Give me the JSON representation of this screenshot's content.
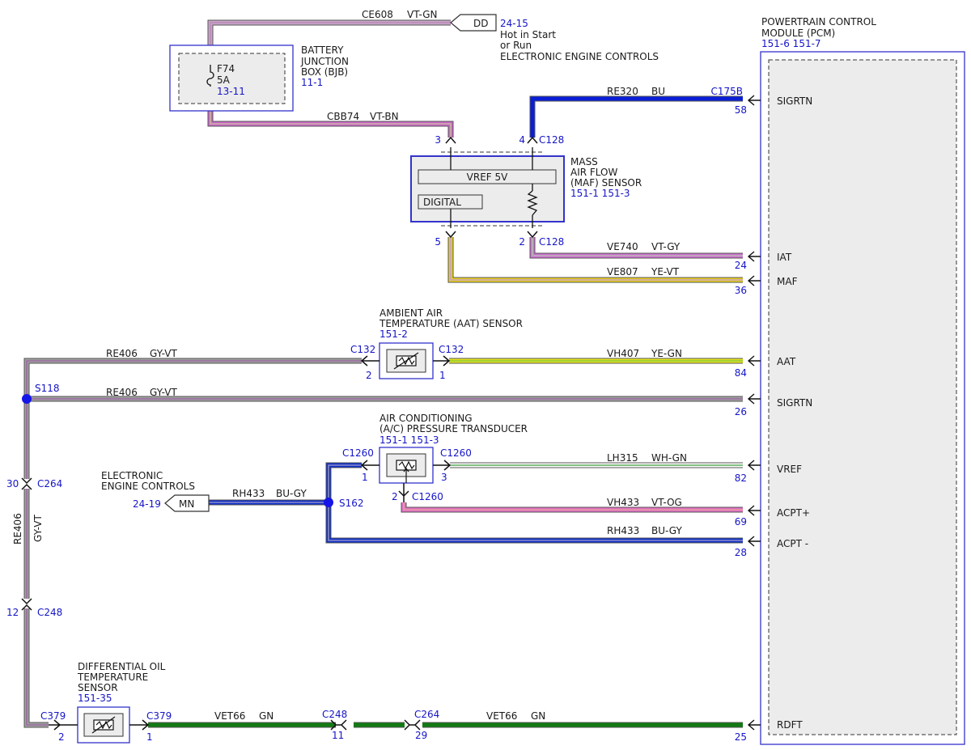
{
  "colors": {
    "VT-GN": [
      "#c9a6c9",
      "#b98ab8"
    ],
    "VT-BN": [
      "#cc66cc",
      "#c8b4a0"
    ],
    "BU": [
      "#0a1fd6",
      "#0a1fd6"
    ],
    "VT-GY": [
      "#d070d0",
      "#b8b8b8"
    ],
    "YE-VT": [
      "#e8cf1e",
      "#c8a0c8"
    ],
    "GY-VT": [
      "#a0a0a0",
      "#9a6aa0"
    ],
    "YE-GN": [
      "#e6e61e",
      "#8ac83a"
    ],
    "WH-GN": [
      "#ffffff",
      "#5aaa5a"
    ],
    "BU-GY": [
      "#1030c8",
      "#8c8cc8"
    ],
    "VT-OG": [
      "#e070c8",
      "#e89a9a"
    ],
    "GN": [
      "#127a12",
      "#127a12"
    ],
    "box_stroke": "#3333cc",
    "ref_text": "#1515c8"
  },
  "pcm": {
    "name_lines": [
      "POWERTRAIN CONTROL",
      "MODULE (PCM)"
    ],
    "refs": "151-6  151-7",
    "pins": [
      {
        "signal": "SIGRTN",
        "pin": "58",
        "connector": "C175B"
      },
      {
        "signal": "IAT",
        "pin": "24"
      },
      {
        "signal": "MAF",
        "pin": "36"
      },
      {
        "signal": "AAT",
        "pin": "84"
      },
      {
        "signal": "SIGRTN",
        "pin": "26"
      },
      {
        "signal": "VREF",
        "pin": "82"
      },
      {
        "signal": "ACPT+",
        "pin": "69"
      },
      {
        "signal": "ACPT -",
        "pin": "28"
      },
      {
        "signal": "RDFT",
        "pin": "25"
      }
    ]
  },
  "bjb": {
    "name_lines": [
      "BATTERY",
      "JUNCTION",
      "BOX (BJB)"
    ],
    "ref": "11-1",
    "fuse": "F74",
    "rating": "5A",
    "fuse_ref": "13-11"
  },
  "hot_feed": {
    "connector": "DD",
    "ref": "24-15",
    "lines": [
      "Hot in Start",
      "or Run",
      "ELECTRONIC ENGINE CONTROLS"
    ]
  },
  "maf": {
    "name_lines": [
      "MASS",
      "AIR FLOW",
      "(MAF) SENSOR"
    ],
    "refs": "151-1  151-3",
    "vref_label": "VREF 5V",
    "digital_label": "DIGITAL",
    "connector": "C128",
    "pins": [
      "3",
      "4",
      "5",
      "2"
    ]
  },
  "aat": {
    "name_lines": [
      "AMBIENT AIR",
      "TEMPERATURE (AAT) SENSOR"
    ],
    "ref": "151-2",
    "connector": "C132",
    "pins": [
      "2",
      "1"
    ]
  },
  "acpt": {
    "name_lines": [
      "AIR CONDITIONING",
      "(A/C) PRESSURE TRANSDUCER"
    ],
    "refs": "151-1  151-3",
    "connector": "C1260",
    "pins": [
      "1",
      "3",
      "2"
    ]
  },
  "mn_feed": {
    "connector": "MN",
    "ref": "24-19",
    "lines": [
      "ELECTRONIC",
      "ENGINE CONTROLS"
    ]
  },
  "splices": {
    "s118": "S118",
    "s162": "S162"
  },
  "vertical": {
    "circuit": "RE406",
    "color": "GY-VT",
    "c264": {
      "name": "C264",
      "pin": "30"
    },
    "c248": {
      "name": "C248",
      "pin": "12"
    }
  },
  "dot": {
    "name_lines": [
      "DIFFERENTIAL OIL",
      "TEMPERATURE",
      "SENSOR"
    ],
    "ref": "151-35",
    "connector": "C379",
    "pins": [
      "2",
      "1"
    ]
  },
  "inline": {
    "c248": {
      "name": "C248",
      "pin": "11"
    },
    "c264": {
      "name": "C264",
      "pin": "29"
    }
  },
  "wires": [
    {
      "id": "ce608",
      "circuit": "CE608",
      "color": "VT-GN"
    },
    {
      "id": "cbb74",
      "circuit": "CBB74",
      "color": "VT-BN"
    },
    {
      "id": "re320",
      "circuit": "RE320",
      "color": "BU"
    },
    {
      "id": "ve740",
      "circuit": "VE740",
      "color": "VT-GY"
    },
    {
      "id": "ve807",
      "circuit": "VE807",
      "color": "YE-VT"
    },
    {
      "id": "re406a",
      "circuit": "RE406",
      "color": "GY-VT"
    },
    {
      "id": "vh407",
      "circuit": "VH407",
      "color": "YE-GN"
    },
    {
      "id": "re406b",
      "circuit": "RE406",
      "color": "GY-VT"
    },
    {
      "id": "lh315",
      "circuit": "LH315",
      "color": "WH-GN"
    },
    {
      "id": "rh433a",
      "circuit": "RH433",
      "color": "BU-GY"
    },
    {
      "id": "vh433",
      "circuit": "VH433",
      "color": "VT-OG"
    },
    {
      "id": "rh433b",
      "circuit": "RH433",
      "color": "BU-GY"
    },
    {
      "id": "vet66a",
      "circuit": "VET66",
      "color": "GN"
    },
    {
      "id": "vet66b",
      "circuit": "VET66",
      "color": "GN"
    }
  ]
}
